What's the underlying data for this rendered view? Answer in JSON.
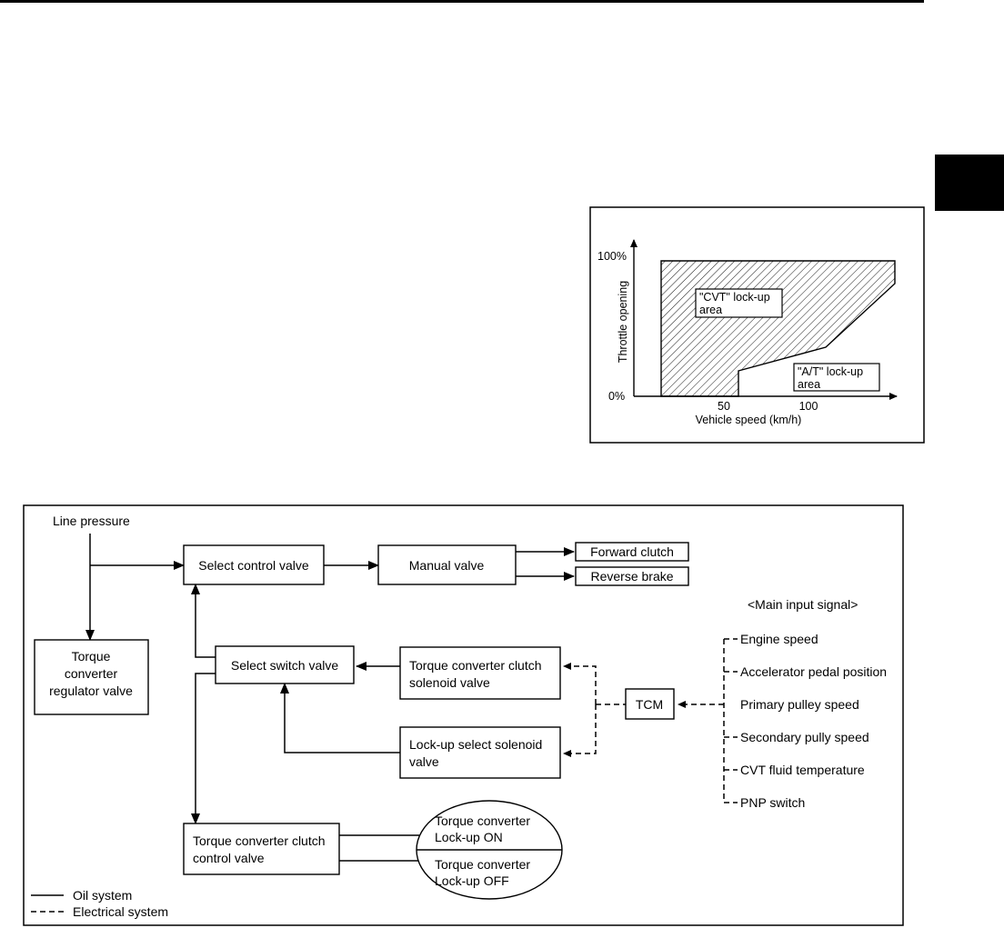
{
  "lockup_chart": {
    "y_axis_label": "Throttle opening",
    "x_axis_label": "Vehicle speed (km/h)",
    "y_ticks": [
      "100%",
      "0%"
    ],
    "x_ticks": [
      "50",
      "100"
    ],
    "cvt_area_label": [
      "\"CVT\" lock-up",
      "area"
    ],
    "at_area_label": [
      "\"A/T\" lock-up",
      "area"
    ]
  },
  "diagram": {
    "line_pressure": "Line pressure",
    "regulator_valve": [
      "Torque",
      "converter",
      "regulator valve"
    ],
    "select_control_valve": "Select control valve",
    "manual_valve": "Manual valve",
    "forward_clutch": "Forward clutch",
    "reverse_brake": "Reverse brake",
    "select_switch_valve": "Select switch valve",
    "tcc_solenoid_valve": [
      "Torque converter clutch",
      "solenoid valve"
    ],
    "lockup_select_solenoid": [
      "Lock-up select solenoid",
      "valve"
    ],
    "tcm": "TCM",
    "tcc_control_valve": [
      "Torque converter clutch",
      "control valve"
    ],
    "lockup_on": [
      "Torque converter",
      "Lock-up ON"
    ],
    "lockup_off": [
      "Torque converter",
      "Lock-up OFF"
    ],
    "main_input_heading": "<Main input signal>",
    "inputs": [
      "Engine speed",
      "Accelerator pedal position",
      "Primary pulley speed",
      "Secondary pully speed",
      "CVT fluid temperature",
      "PNP switch"
    ],
    "legend": {
      "oil": "Oil system",
      "electrical": "Electrical system"
    }
  }
}
